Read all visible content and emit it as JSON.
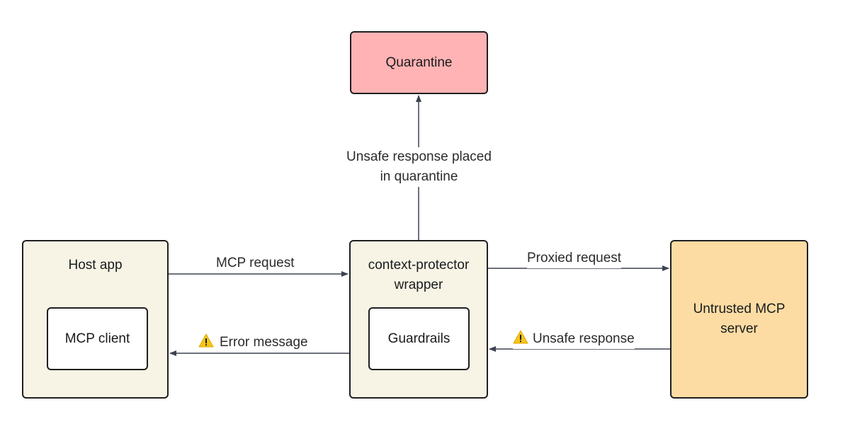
{
  "nodes": {
    "quarantine": "Quarantine",
    "host_app": "Host app",
    "mcp_client": "MCP client",
    "wrapper": "context-protector wrapper",
    "guardrails": "Guardrails",
    "untrusted_server": "Untrusted MCP server"
  },
  "edges": {
    "mcp_request": "MCP request",
    "proxied_request": "Proxied request",
    "error_message": "Error message",
    "unsafe_response": "Unsafe response",
    "quarantine_label": "Unsafe response placed in quarantine"
  },
  "icons": {
    "warning": "warning-icon"
  },
  "colors": {
    "quarantine_fill": "#ffb3b5",
    "component_fill": "#f7f4e6",
    "server_fill": "#fddca4",
    "warning_fill": "#f5c518",
    "stroke": "#1f1f1f",
    "arrow": "#3d4250"
  }
}
